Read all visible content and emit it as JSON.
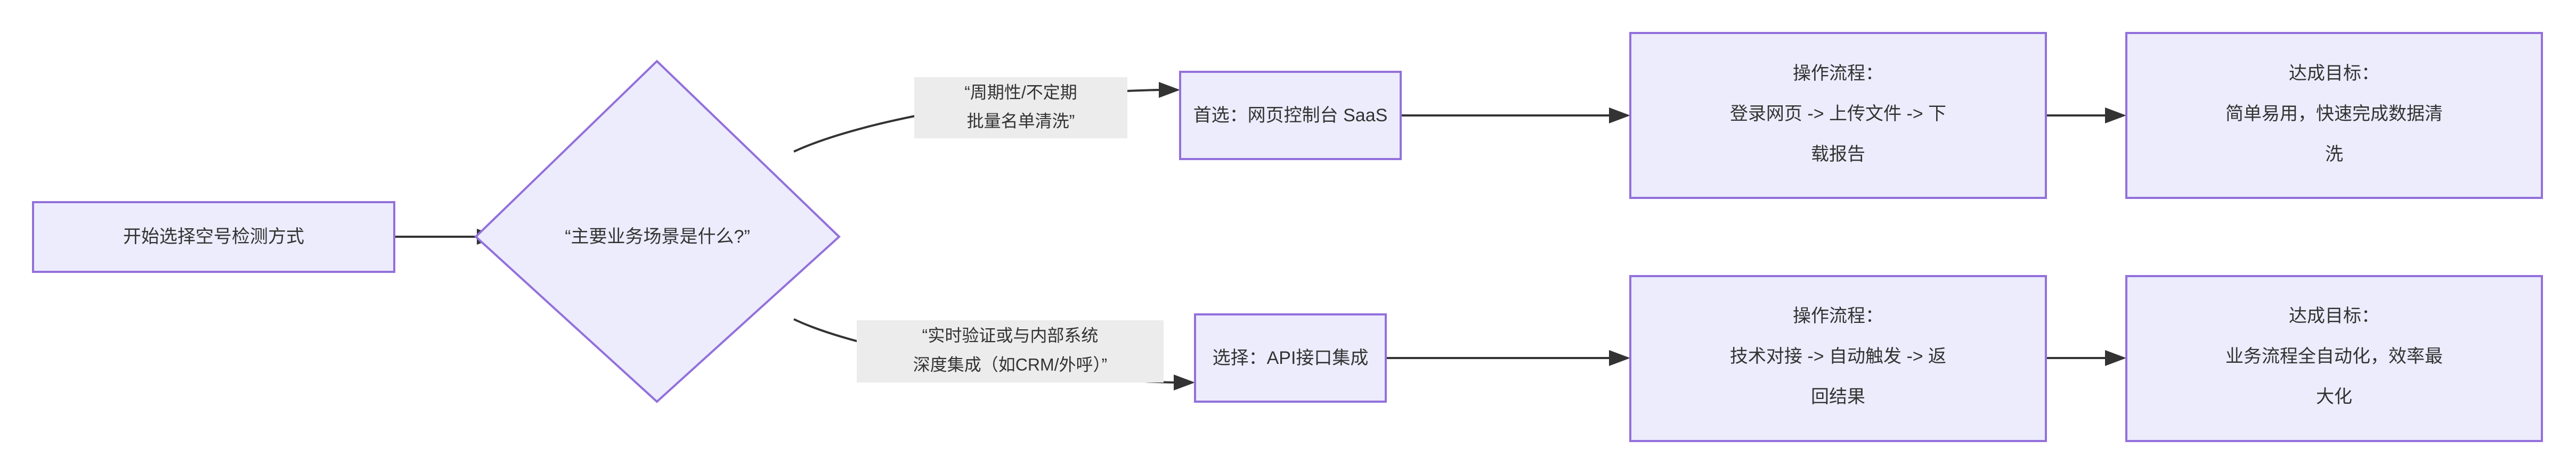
{
  "diagram": {
    "type": "flowchart",
    "direction": "left-to-right",
    "background_color": "#ffffff",
    "node_fill_color": "#ececfd",
    "node_border_color": "#9370db",
    "edge_color": "#333333",
    "edge_label_background": "#ececec",
    "text_color": "#333333"
  },
  "nodes": {
    "start": {
      "shape": "rectangle",
      "lines": [
        "开始选择空号检测方式"
      ]
    },
    "decision": {
      "shape": "diamond",
      "lines": [
        "“主要业务场景是什么?”"
      ]
    },
    "saas_choice": {
      "shape": "rectangle",
      "lines": [
        "首选：网页控制台 SaaS"
      ]
    },
    "saas_process": {
      "shape": "rectangle",
      "lines": [
        "操作流程：",
        "登录网页 -> 上传文件 -> 下",
        "载报告"
      ]
    },
    "saas_goal": {
      "shape": "rectangle",
      "lines": [
        "达成目标：",
        "简单易用，快速完成数据清",
        "洗"
      ]
    },
    "api_choice": {
      "shape": "rectangle",
      "lines": [
        "选择：API接口集成"
      ]
    },
    "api_process": {
      "shape": "rectangle",
      "lines": [
        "操作流程：",
        "技术对接 -> 自动触发 -> 返",
        "回结果"
      ]
    },
    "api_goal": {
      "shape": "rectangle",
      "lines": [
        "达成目标：",
        "业务流程全自动化，效率最",
        "大化"
      ]
    }
  },
  "edges": {
    "start_to_decision": {
      "label_lines": []
    },
    "decision_to_saas": {
      "label_lines": [
        "“周期性/不定期",
        "批量名单清洗”"
      ]
    },
    "decision_to_api": {
      "label_lines": [
        "“实时验证或与内部系统",
        "深度集成（如CRM/外呼）”"
      ]
    },
    "saas_to_process": {
      "label_lines": []
    },
    "process_to_goal_top": {
      "label_lines": []
    },
    "api_to_process": {
      "label_lines": []
    },
    "process_to_goal_bottom": {
      "label_lines": []
    }
  }
}
